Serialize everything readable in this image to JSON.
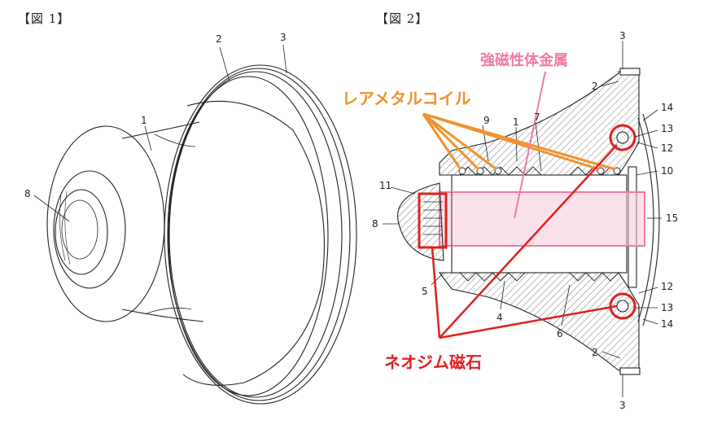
{
  "figures": {
    "fig1": {
      "title": "【図 1】"
    },
    "fig2": {
      "title": "【図 2】"
    }
  },
  "fig1_refs": {
    "r1": "1",
    "r2": "2",
    "r3": "3",
    "r8": "8"
  },
  "fig2_refs": {
    "r3_top": "3",
    "r2_top": "2",
    "r9": "9",
    "r1": "1",
    "r7": "7",
    "r14_top": "14",
    "r13_top": "13",
    "r12_top": "12",
    "r10": "10",
    "r11": "11",
    "r8": "8",
    "r15": "15",
    "r5": "5",
    "r4": "4",
    "r6": "6",
    "r12_bot": "12",
    "r13_bot": "13",
    "r14_bot": "14",
    "r2_bot": "2",
    "r3_bot": "3"
  },
  "annotations": {
    "coil": {
      "text": "レアメタルコイル",
      "color": "#f0922e"
    },
    "ferro": {
      "text": "強磁性体金属",
      "color": "#f07aa5"
    },
    "magnet": {
      "text": "ネオジム磁石",
      "color": "#e02020"
    }
  },
  "colors": {
    "line": "#222222",
    "orange": "#f0922e",
    "pink": "#f07aa5",
    "red": "#e02020",
    "pinkFill": "#f8c9d8"
  }
}
